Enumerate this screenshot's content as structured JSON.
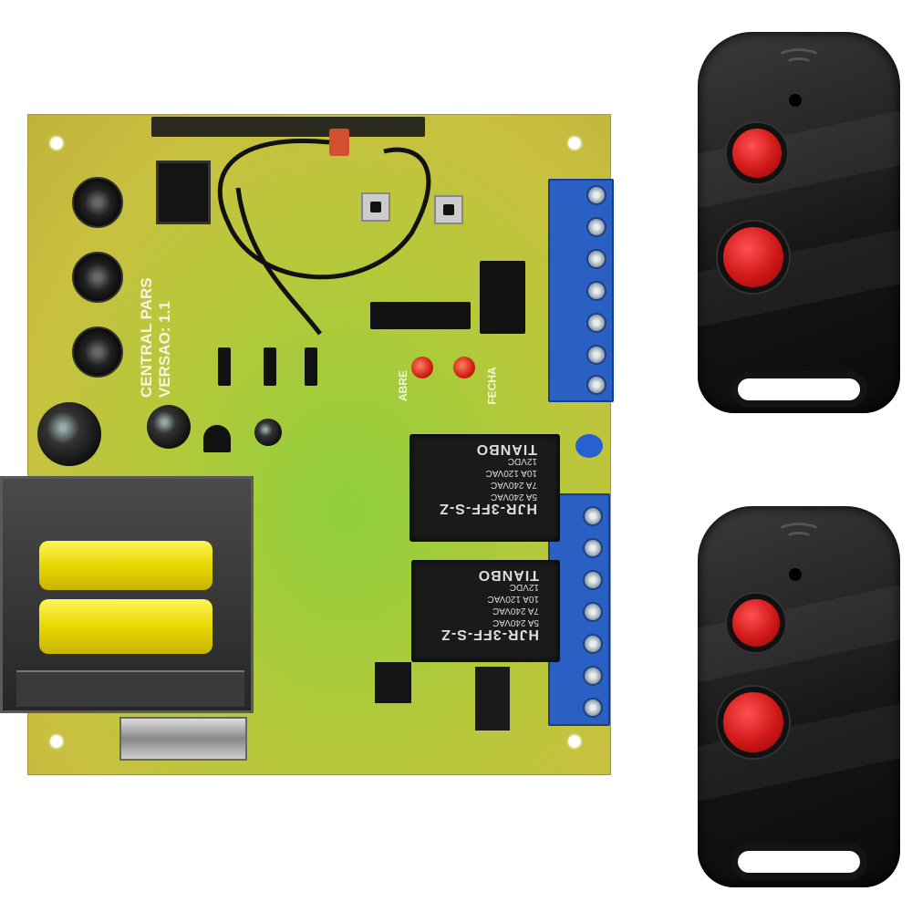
{
  "board": {
    "silkscreen_title": "CENTRAL PARS",
    "silkscreen_version": "VERSAO: 1.1",
    "led_open_label": "ABRE",
    "led_close_label": "FECHA",
    "terminal_count_upper": 7,
    "terminal_count_lower": 7
  },
  "relays": [
    {
      "model": "HJR-3FF-S-Z",
      "rating1": "5A 240VAC",
      "rating2": "7A 240VAC",
      "rating3": "10A 120VAC",
      "voltage": "12VDC",
      "brand": "TIANBO"
    },
    {
      "model": "HJR-3FF-S-Z",
      "rating1": "5A 240VAC",
      "rating2": "7A 240VAC",
      "rating3": "10A 120VAC",
      "voltage": "12VDC",
      "brand": "TIANBO"
    }
  ],
  "remotes": [
    {
      "buttons": 2,
      "button_color": "#d01818",
      "body_color": "#1a1a1a"
    },
    {
      "buttons": 2,
      "button_color": "#d01818",
      "body_color": "#1a1a1a"
    }
  ],
  "colors": {
    "pcb": "#b6c83a",
    "terminal_block": "#2a5fc4",
    "transformer_coil": "#f2e61a"
  }
}
